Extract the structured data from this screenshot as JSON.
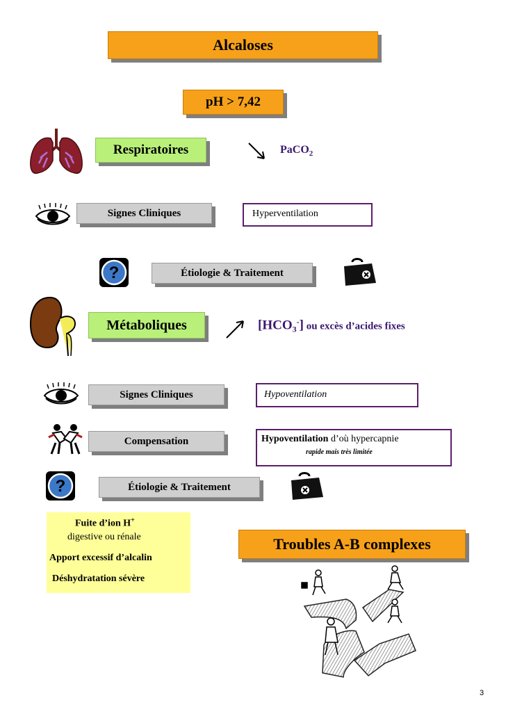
{
  "title": "Alcaloses",
  "ph": "pH > 7,42",
  "respiratory": {
    "label": "Respiratoires",
    "paco2_main": "PaCO",
    "paco2_sub": "2",
    "signs_label": "Signes Cliniques",
    "signs_value": "Hyperventilation",
    "etiology_label": "Étiologie & Traitement"
  },
  "metabolic": {
    "label": "Métaboliques",
    "hco3_open": "[HCO",
    "hco3_sub": "3",
    "hco3_sup": "-",
    "hco3_close": "]",
    "hco3_rest": " ou excès d’acides fixes",
    "signs_label": "Signes Cliniques",
    "signs_value": "Hypoventilation",
    "compensation_label": "Compensation",
    "compensation_bold": "Hypoventilation",
    "compensation_rest": " d’où hypercapnie",
    "compensation_note": "rapide mais très limitée",
    "etiology_label": "Étiologie & Traitement"
  },
  "causes": {
    "line1_main": "Fuite d’ion H",
    "line1_sup": "+",
    "line2": "digestive ou rénale",
    "line3": "Apport excessif d’alcalin",
    "line4": "Déshydratation sévère"
  },
  "complex": "Troubles A-B complexes",
  "page_number": "3",
  "colors": {
    "orange": "#f7a11a",
    "green": "#b9f07a",
    "grey": "#cfcfcf",
    "yellow": "#ffff99",
    "purple_border": "#5b1e6b"
  },
  "icons": [
    "lungs-icon",
    "eye-icon",
    "question-icon",
    "doctor-bag-icon",
    "kidney-icon",
    "wrestlers-icon",
    "crossroads-icon"
  ]
}
